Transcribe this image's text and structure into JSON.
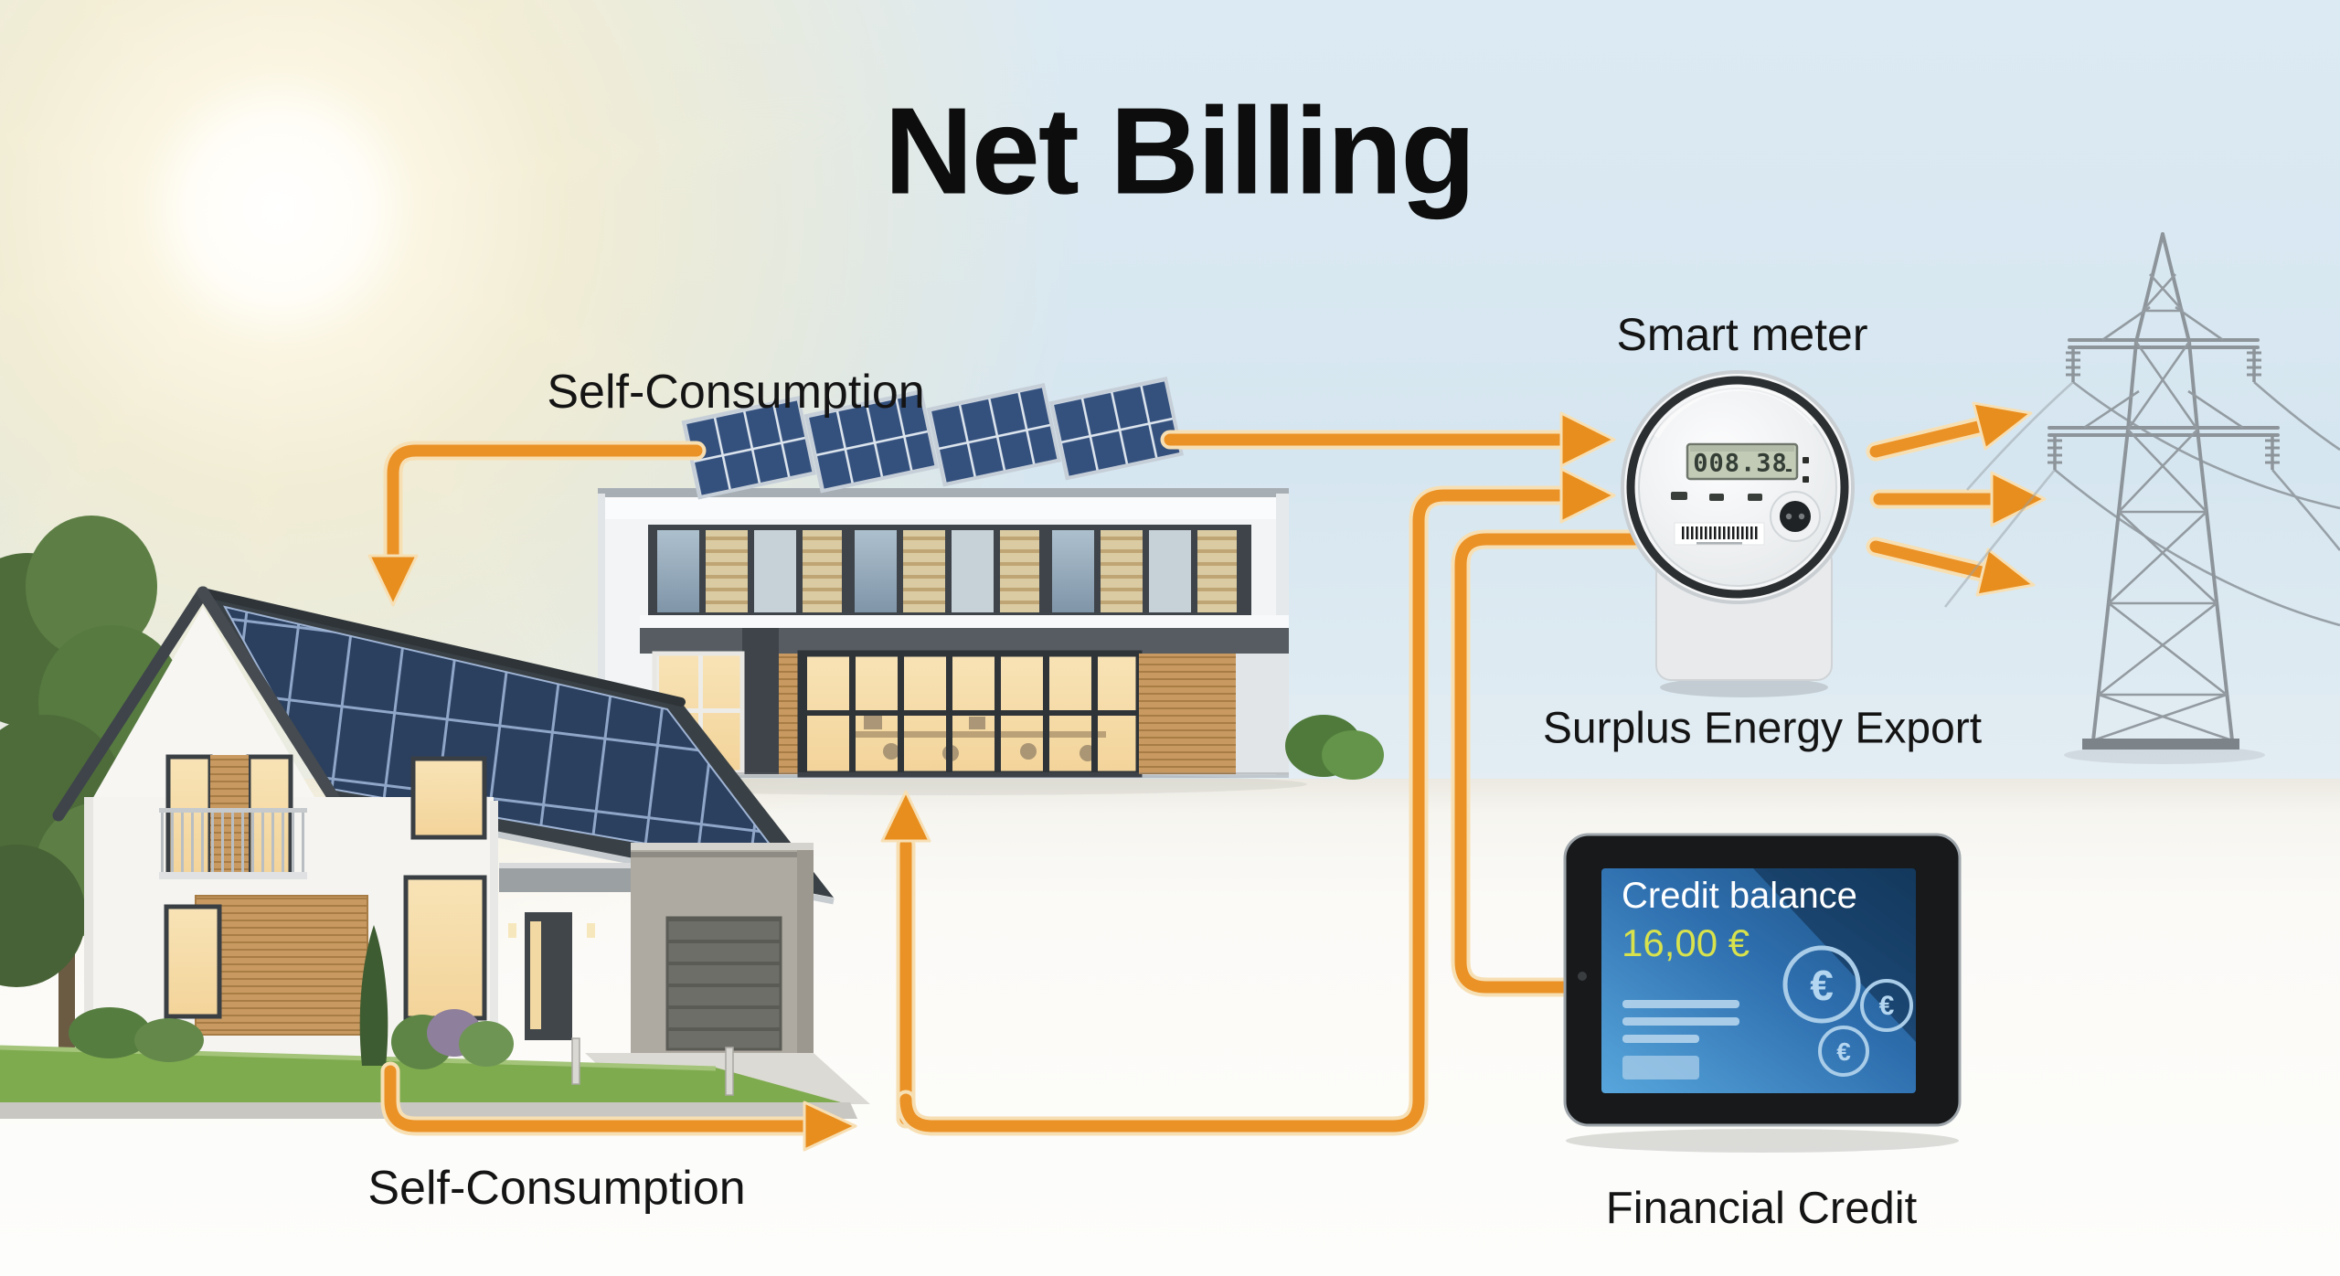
{
  "title": "Net Billing",
  "labels": {
    "self_consumption_top": "Self-Consumption",
    "self_consumption_bottom": "Self-Consumption",
    "smart_meter": "Smart meter",
    "surplus_energy_export": "Surplus Energy Export",
    "financial_credit": "Financial Credit"
  },
  "smart_meter": {
    "reading": "008.38",
    "minus_indicator": "-"
  },
  "tablet": {
    "screen_title": "Credit balance",
    "balance": "16,00 €",
    "euro_symbol": "€"
  },
  "colors": {
    "arrow_orange": "#EB9226",
    "balance_yellow": "#D8E24C",
    "screen_blue": "#2E6EAE",
    "coin_blue": "#AFD2EE",
    "sky_blue": "#D8E7F1",
    "solar_panel_blue": "#2B3F6B",
    "label_text": "#141414"
  }
}
